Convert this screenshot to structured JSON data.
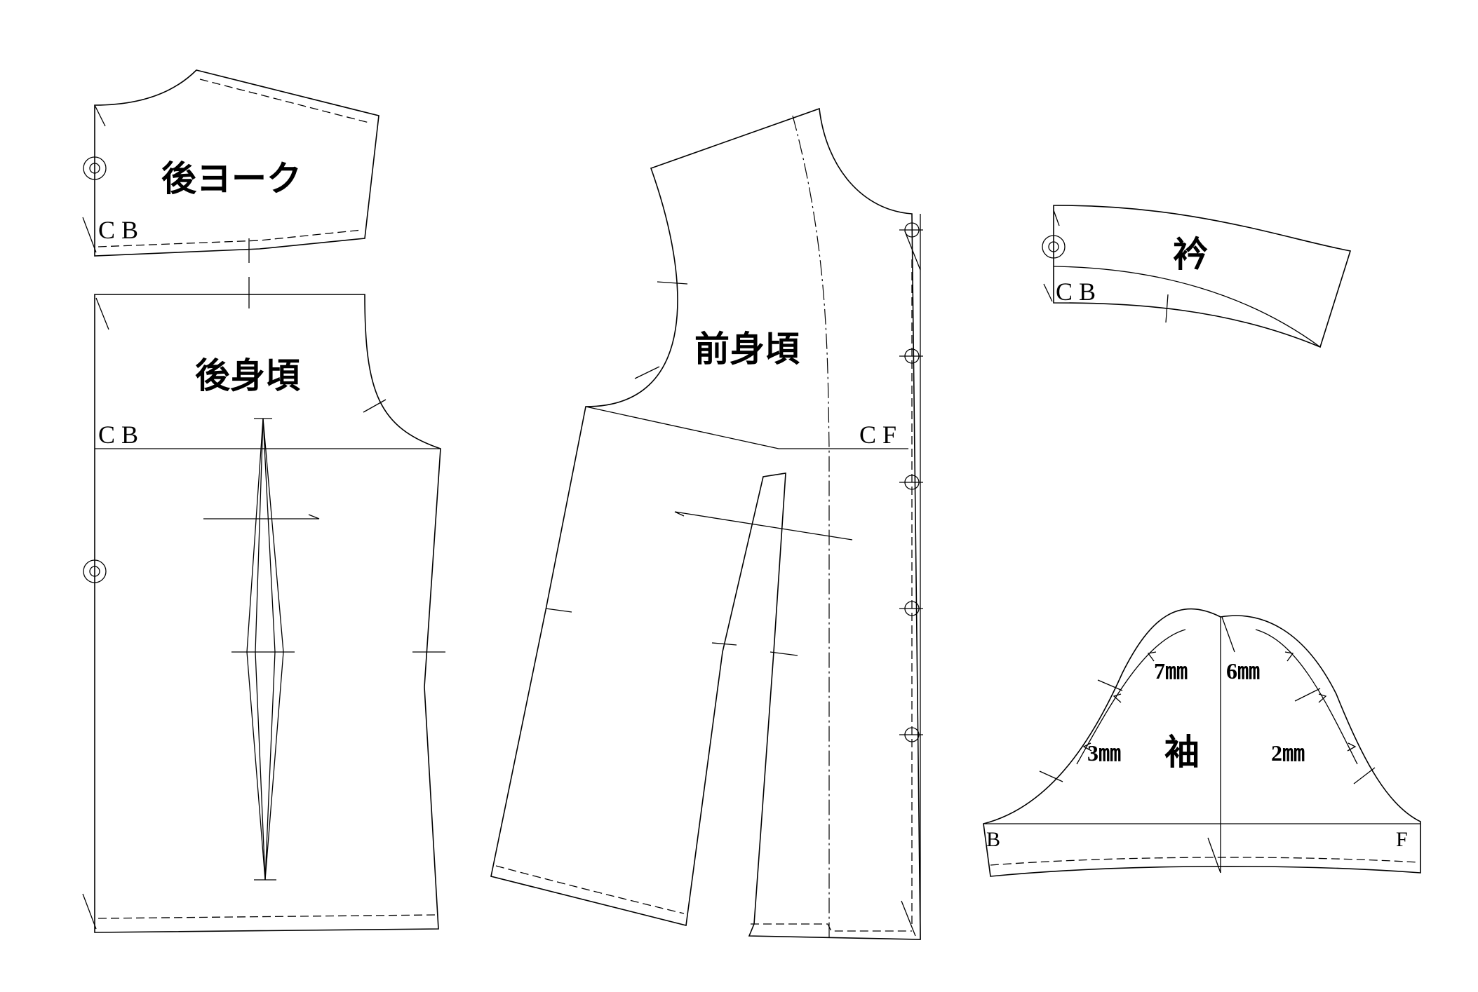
{
  "pieces": {
    "back_yoke": {
      "title": "後ヨーク",
      "center_mark": "C B"
    },
    "back_body": {
      "title": "後身頃",
      "center_mark": "C B"
    },
    "front_body": {
      "title": "前身頃",
      "center_mark": "C F"
    },
    "collar": {
      "title": "衿",
      "center_mark": "C B"
    },
    "sleeve": {
      "title": "袖",
      "ease_labels": [
        "7㎜",
        "6㎜",
        "3㎜",
        "2㎜"
      ],
      "back_mark": "B",
      "front_mark": "F"
    }
  }
}
